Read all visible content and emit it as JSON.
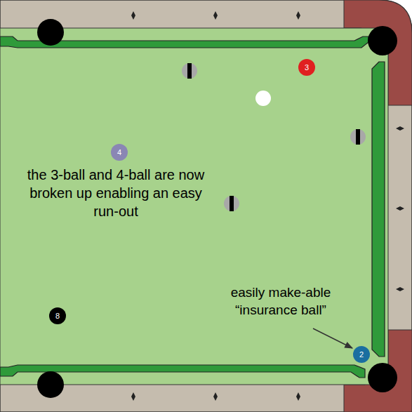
{
  "diagram": {
    "nodes": [
      {
        "text": [
          "3"
        ]
      },
      {
        "text": [
          "4"
        ]
      },
      {
        "text": [
          "8"
        ]
      },
      {
        "text": [
          "2"
        ]
      }
    ],
    "labels": [
      "the 3-ball and 4-ball are now broken up enabling an easy run-out",
      "easily make-able “insurance ball”"
    ]
  }
}
